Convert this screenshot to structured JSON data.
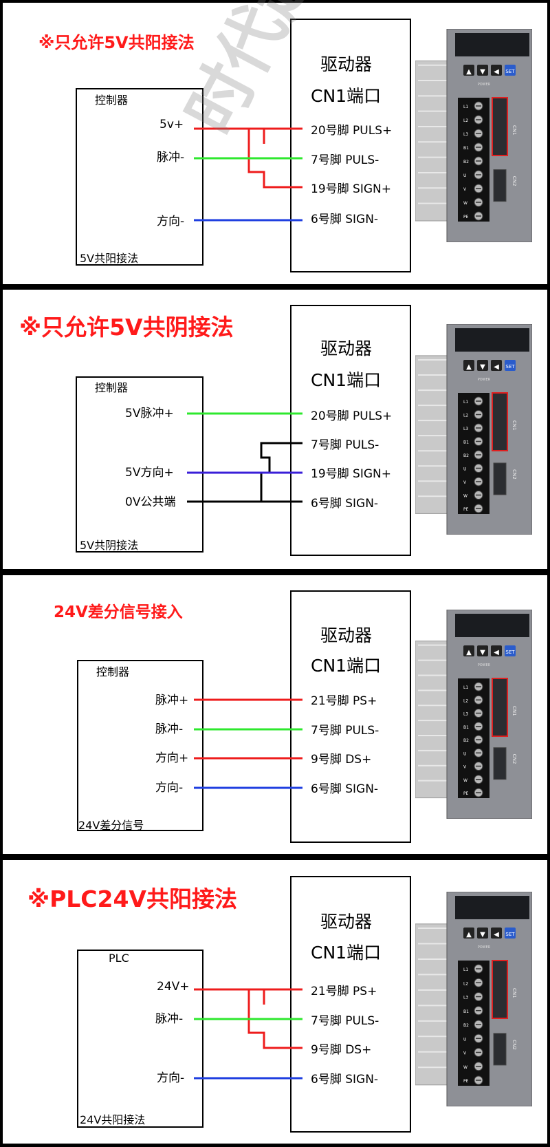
{
  "panels": [
    {
      "title": "※只允许5V共阳接法",
      "controller_title": "控制器",
      "controller_footer": "5V共阳接法",
      "driver_title_1": "驱动器",
      "driver_title_2": "CN1端口",
      "left_labels": [
        "5v+",
        "脉冲-",
        "方向-"
      ],
      "right_labels": [
        "20号脚  PULS+",
        "7号脚   PULS-",
        "19号脚  SIGN+",
        "6号脚   SIGN-"
      ]
    },
    {
      "title": "※只允许5V共阴接法",
      "controller_title": "控制器",
      "controller_footer": "5V共阴接法",
      "driver_title_1": "驱动器",
      "driver_title_2": "CN1端口",
      "left_labels": [
        "5V脉冲+",
        "5V方向+",
        "0V公共端"
      ],
      "right_labels": [
        "20号脚  PULS+",
        "7号脚   PULS-",
        "19号脚  SIGN+",
        "6号脚   SIGN-"
      ]
    },
    {
      "title": "24V差分信号接入",
      "controller_title": "控制器",
      "controller_footer": "24V差分信号",
      "driver_title_1": "驱动器",
      "driver_title_2": "CN1端口",
      "left_labels": [
        "脉冲+",
        "脉冲-",
        "方向+",
        "方向-"
      ],
      "right_labels": [
        "21号脚  PS+",
        "7号脚   PULS-",
        "9号脚   DS+",
        "6号脚   SIGN-"
      ]
    },
    {
      "title": "※PLC24V共阳接法",
      "controller_title": "PLC",
      "controller_footer": "24V共阳接法",
      "driver_title_1": "驱动器",
      "driver_title_2": "CN1端口",
      "left_labels": [
        "24V+",
        "脉冲-",
        "方向-"
      ],
      "right_labels": [
        "21号脚  PS+",
        "7号脚   PULS-",
        "9号脚  DS+",
        "6号脚   SIGN-"
      ]
    }
  ],
  "device": {
    "terminal_labels": [
      "L1",
      "L2",
      "L3",
      "B1",
      "B2",
      "U",
      "V",
      "W",
      "PE"
    ],
    "port_labels": [
      "CN1",
      "CN2"
    ],
    "set_key": "SET",
    "power_label": "POWER"
  },
  "watermark": "时代超群",
  "colors": {
    "title": "#ff1a1a",
    "red_wire": "#ee1c1c",
    "green_wire": "#2ee82e",
    "blue_wire": "#1f3fe0",
    "purple_wire": "#3a1fd8",
    "black_wire": "#000000"
  }
}
